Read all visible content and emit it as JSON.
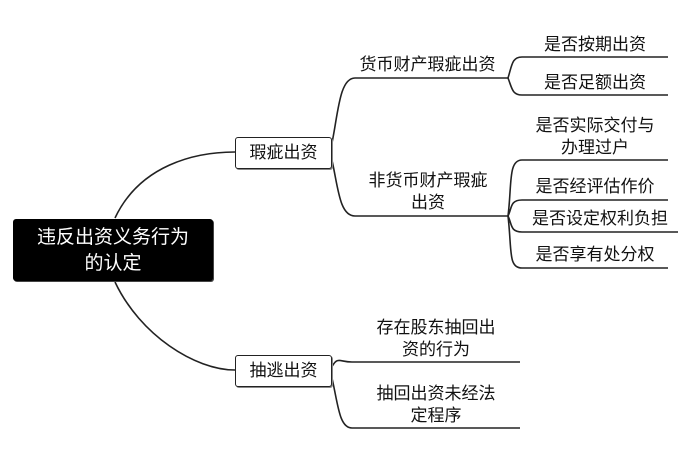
{
  "root": {
    "label_line1": "违反出资义务行为",
    "label_line2": "的认定"
  },
  "branches": {
    "flawed": {
      "label": "瑕疵出资",
      "currency": {
        "label": "货币财产瑕疵出资",
        "items": [
          "是否按期出资",
          "是否足额出资"
        ]
      },
      "non_currency": {
        "label_line1": "非货币财产瑕疵",
        "label_line2": "出资",
        "items": [
          {
            "line1": "是否实际交付与",
            "line2": "办理过户"
          },
          {
            "line1": "是否经评估作价"
          },
          {
            "line1": "是否设定权利负担"
          },
          {
            "line1": "是否享有处分权"
          }
        ]
      }
    },
    "withdrawal": {
      "label": "抽逃出资",
      "items": [
        {
          "line1": "存在股东抽回出",
          "line2": "资的行为"
        },
        {
          "line1": "抽回出资未经法",
          "line2": "定程序"
        }
      ]
    }
  }
}
